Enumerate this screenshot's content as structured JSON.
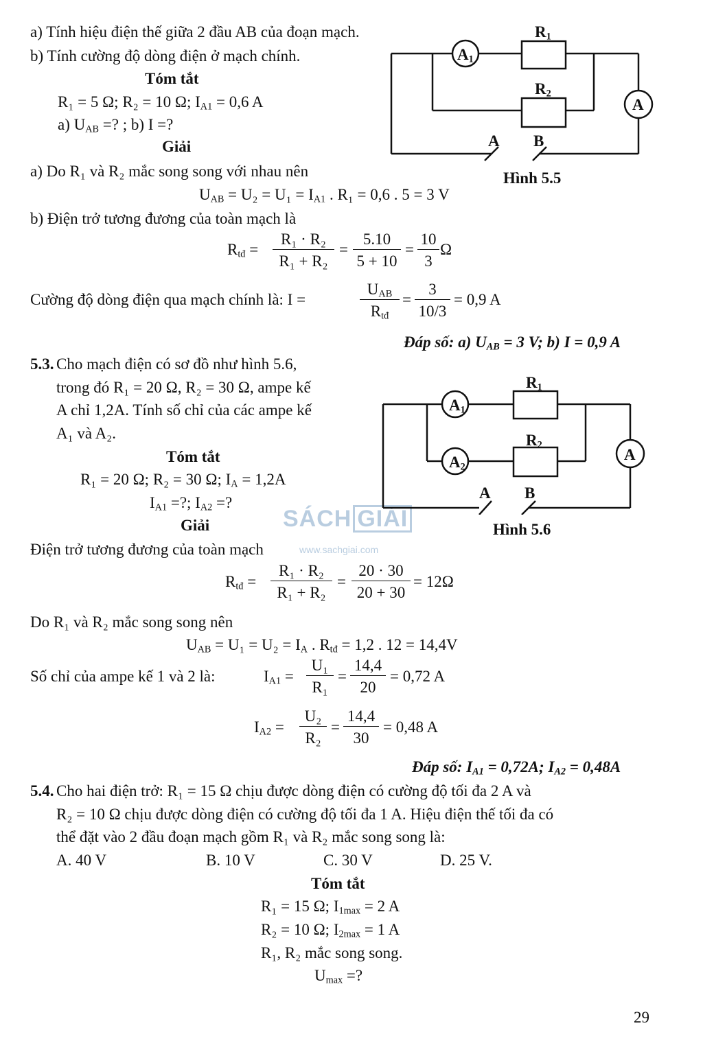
{
  "watermark": {
    "brand_1": "SÁCH",
    "brand_2": "GIẢI",
    "url": "www.sachgiai.com",
    "color": "#b9cde0"
  },
  "page_number": "29",
  "sec52": {
    "qa": "a) Tính hiệu điện thế giữa 2 đầu AB của đoạn mạch.",
    "qb": "b) Tính cường độ dòng điện ở mạch chính.",
    "summary_title": "Tóm tắt",
    "given": "R₁ = 5 Ω; R₂ = 10 Ω; I<sub>A1</sub> = 0,6 A",
    "find": "a) U<sub>AB</sub> =? ; b) I =?",
    "solution_title": "Giải",
    "sa": "a) Do R₁ và R₂ mắc song song với nhau nên",
    "sa_eq": "U<sub>AB</sub> = U₂ = U₁ = I<sub>A1</sub> . R₁ = 0,6 . 5 = 3 V",
    "sb": "b) Điện trở tương đương của toàn mạch là",
    "rtd_lhs": "R<sub>tđ</sub> =",
    "rtd_f1_num": "R₁ · R₂",
    "rtd_f1_den": "R₁ + R₂",
    "rtd_f2_num": "5.10",
    "rtd_f2_den": "5 + 10",
    "rtd_f3_num": "10",
    "rtd_f3_den": "3",
    "rtd_unit": "Ω",
    "current_text": "Cường độ dòng điện qua mạch chính là:  I =",
    "cur_f1_num": "U<sub>AB</sub>",
    "cur_f1_den": "R<sub>tđ</sub>",
    "cur_f2_num": "3",
    "cur_f2_den": "10/3",
    "cur_result": "= 0,9 A",
    "answer": "Đáp số: a) U<sub>AB</sub> = 3 V; b) I = 0,9 A",
    "figure": {
      "caption": "Hình 5.5",
      "r1": "R<sub>1</sub>",
      "r2": "R<sub>2</sub>",
      "a1": "A<sub>1</sub>",
      "a": "A",
      "term_a": "A",
      "term_b": "B"
    }
  },
  "sec53": {
    "number": "5.3.",
    "line1": "Cho mạch điện có sơ đồ như hình 5.6,",
    "line2": "trong đó R₁ = 20 Ω, R₂ = 30 Ω, ampe kế",
    "line3": "A chỉ 1,2A. Tính số chỉ của các ampe kế",
    "line4": "A₁ và A₂.",
    "summary_title": "Tóm tắt",
    "given": "R₁ = 20 Ω; R₂ = 30 Ω; I<sub>A</sub> = 1,2A",
    "find": "I<sub>A1</sub> =?; I<sub>A2</sub> =?",
    "solution_title": "Giải",
    "s1": "Điện trở tương đương của toàn mạch",
    "rtd_lhs": "R<sub>tđ</sub> =",
    "rtd_f1_num": "R₁ · R₂",
    "rtd_f1_den": "R₁ + R₂",
    "rtd_f2_num": "20 · 30",
    "rtd_f2_den": "20 + 30",
    "rtd_result": "= 12Ω",
    "s2": "Do R₁ và R₂ mắc song song nên",
    "u_eq": "U<sub>AB</sub> = U₁ = U₂ = I<sub>A</sub> . R<sub>tđ</sub> = 1,2 . 12 = 14,4V",
    "s3": "Số chỉ của ampe kế 1 và 2 là:",
    "ia1_lhs": "I<sub>A1</sub> =",
    "ia1_f1_num": "U₁",
    "ia1_f1_den": "R₁",
    "ia1_f2_num": "14,4",
    "ia1_f2_den": "20",
    "ia1_result": "= 0,72 A",
    "ia2_lhs": "I<sub>A2</sub> =",
    "ia2_f1_num": "U₂",
    "ia2_f1_den": "R₂",
    "ia2_f2_num": "14,4",
    "ia2_f2_den": "30",
    "ia2_result": "= 0,48 A",
    "answer": "Đáp số: I<sub>A1</sub> = 0,72A; I<sub>A2</sub> = 0,48A",
    "figure": {
      "caption": "Hình 5.6",
      "r1": "R<sub>1</sub>",
      "r2": "R<sub>2</sub>",
      "a1": "A<sub>1</sub>",
      "a2": "A<sub>2</sub>",
      "a": "A",
      "term_a": "A",
      "term_b": "B"
    }
  },
  "sec54": {
    "number": "5.4.",
    "line1": "Cho hai điện trở: R₁ = 15 Ω chịu được dòng điện có cường độ tối đa 2 A và",
    "line2": "R₂ = 10 Ω chịu được dòng điện có cường độ tối đa 1 A. Hiệu điện thế tối đa có",
    "line3": "thể đặt vào 2 đầu đoạn mạch gồm R₁ và R₂ mắc song song là:",
    "options": [
      "A. 40 V",
      "B. 10 V",
      "C. 30 V",
      "D. 25 V."
    ],
    "summary_title": "Tóm tắt",
    "given1": "R₁ = 15 Ω; I<sub>1max</sub> = 2 A",
    "given2": "R₂ = 10 Ω; I<sub>2max</sub> = 1 A",
    "given3": "R₁, R₂ mắc song song.",
    "find": "U<sub>max</sub> =?"
  }
}
